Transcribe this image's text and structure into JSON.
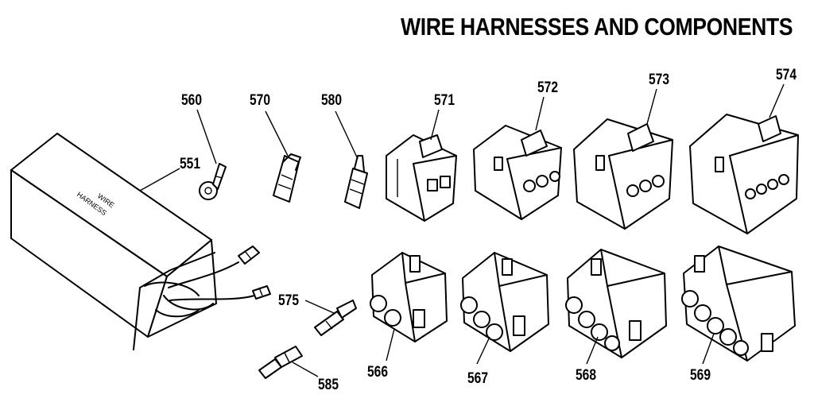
{
  "title": "WIRE HARNESSES AND COMPONENTS",
  "box_label_line1": "WIRE",
  "box_label_line2": "HARNESS",
  "callouts": {
    "p551": "551",
    "p560": "560",
    "p570": "570",
    "p580": "580",
    "p571": "571",
    "p572": "572",
    "p573": "573",
    "p574": "574",
    "p575": "575",
    "p585": "585",
    "p566": "566",
    "p567": "567",
    "p568": "568",
    "p569": "569"
  }
}
